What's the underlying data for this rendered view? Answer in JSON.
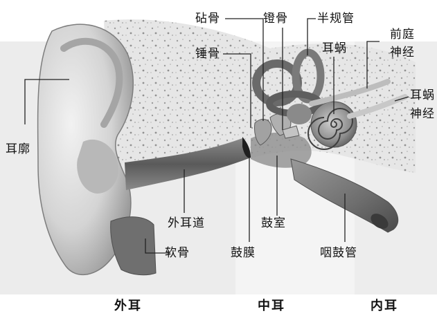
{
  "labels": {
    "auricle": "耳廓",
    "ear_canal": "外耳道",
    "cartilage": "软骨",
    "eardrum": "鼓膜",
    "tympanic_cavity": "鼓室",
    "eustachian_tube": "咽鼓管",
    "incus": "砧骨",
    "stapes": "镫骨",
    "semicircular_canals": "半规管",
    "malleus": "锤骨",
    "cochlea": "耳蜗",
    "vestibular_nerve_1": "前庭",
    "vestibular_nerve_2": "神经",
    "cochlear_nerve_1": "耳蜗",
    "cochlear_nerve_2": "神经"
  },
  "sections": {
    "outer": "外耳",
    "middle": "中耳",
    "inner": "内耳"
  }
}
